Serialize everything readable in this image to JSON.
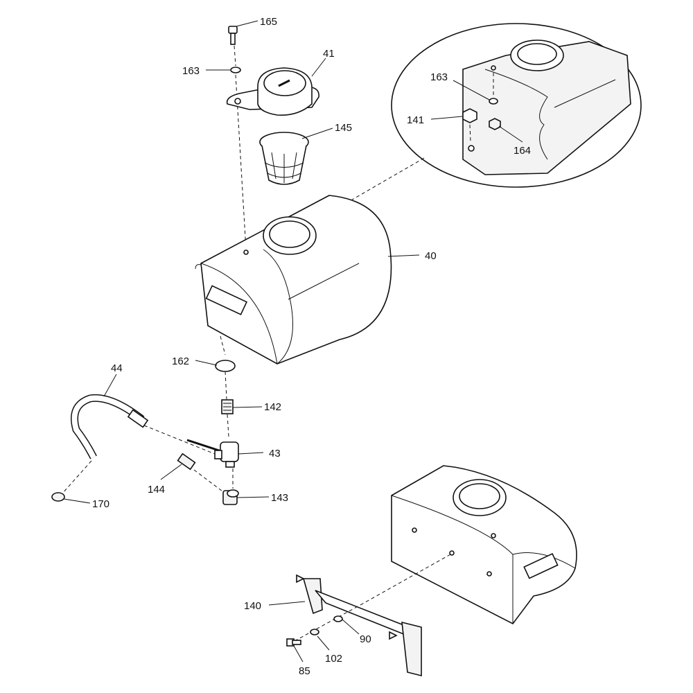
{
  "diagram": {
    "title": "Water tank assembly exploded parts view",
    "callouts": {
      "p165": "165",
      "p163": "163",
      "p41": "41",
      "p145": "145",
      "p40": "40",
      "p163_inset": "163",
      "p141": "141",
      "p164": "164",
      "p162": "162",
      "p142": "142",
      "p44": "44",
      "p43": "43",
      "p144": "144",
      "p143": "143",
      "p170": "170",
      "p140": "140",
      "p90": "90",
      "p102": "102",
      "p85": "85"
    }
  }
}
